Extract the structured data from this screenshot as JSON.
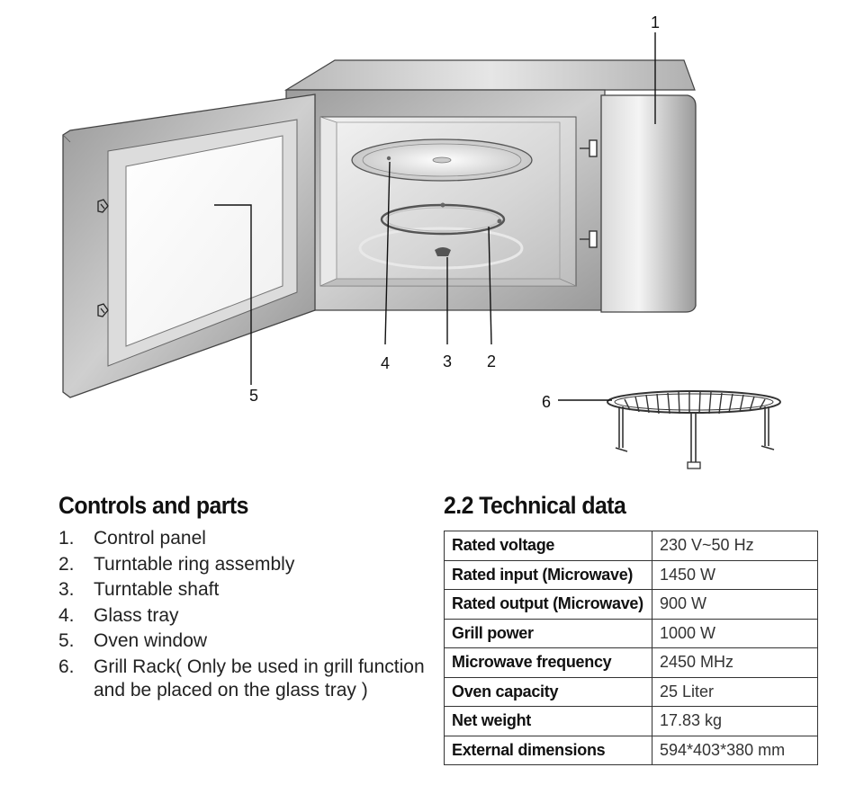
{
  "diagram": {
    "callouts": [
      "1",
      "2",
      "3",
      "4",
      "5",
      "6"
    ]
  },
  "parts": {
    "title": "Controls and parts",
    "items": [
      {
        "num": "1.",
        "text": "Control panel"
      },
      {
        "num": "2.",
        "text": "Turntable ring assembly"
      },
      {
        "num": "3.",
        "text": "Turntable shaft"
      },
      {
        "num": "4.",
        "text": "Glass tray"
      },
      {
        "num": "5.",
        "text": "Oven window"
      },
      {
        "num": "6.",
        "text": "Grill Rack( Only be used in grill function and be placed on the glass tray )"
      }
    ]
  },
  "technical": {
    "title": "2.2 Technical data",
    "rows": [
      {
        "label": "Rated voltage",
        "value": "230 V~50 Hz"
      },
      {
        "label": "Rated input (Microwave)",
        "value": "1450 W"
      },
      {
        "label": "Rated output (Microwave)",
        "value": "900 W"
      },
      {
        "label": "Grill power",
        "value": "1000 W"
      },
      {
        "label": "Microwave frequency",
        "value": "2450 MHz"
      },
      {
        "label": "Oven capacity",
        "value": "25 Liter"
      },
      {
        "label": "Net weight",
        "value": "17.83 kg"
      },
      {
        "label": "External dimensions",
        "value": "594*403*380 mm"
      }
    ]
  },
  "colors": {
    "text": "#111111",
    "metal_light": "#eeeeee",
    "metal_dark": "#8a8a8a",
    "table_border": "#333333"
  }
}
